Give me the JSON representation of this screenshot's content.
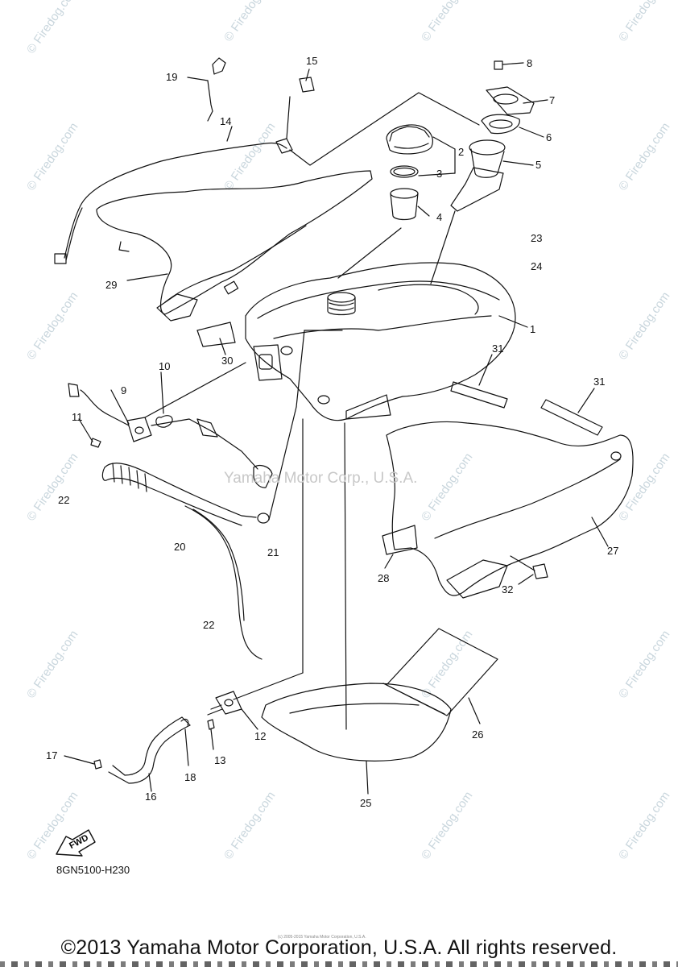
{
  "diagram": {
    "part_labels": [
      "1",
      "2",
      "3",
      "4",
      "5",
      "6",
      "7",
      "8",
      "9",
      "10",
      "11",
      "12",
      "13",
      "14",
      "15",
      "16",
      "17",
      "18",
      "19",
      "20",
      "21",
      "22",
      "22",
      "23",
      "24",
      "25",
      "26",
      "27",
      "28",
      "29",
      "30",
      "31",
      "31",
      "32"
    ],
    "diagram_code": "8GN5100-H230",
    "fwd_label": "FWD",
    "watermark_center": "Yamaha Motor Corp., U.S.A.",
    "watermark_tile": "© Firedog.com",
    "tiny_copyright": "(c) 2005-2015 Yamaha Motor Corporation, U.S.A.",
    "copyright": "©2013 Yamaha Motor Corporation, U.S.A. All rights reserved."
  }
}
